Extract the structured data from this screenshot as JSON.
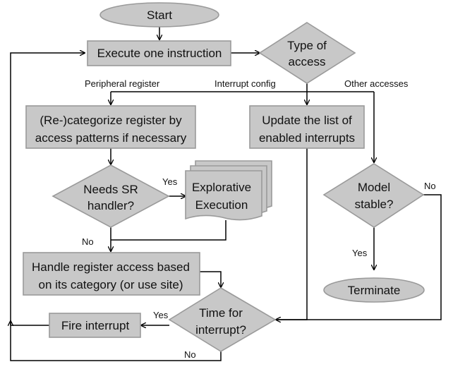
{
  "colors": {
    "fill": "#c8c8c8",
    "stroke": "#9a9a9a",
    "line": "#000000",
    "background": "#ffffff"
  },
  "nodes": {
    "start": {
      "shape": "ellipse",
      "lines": [
        "Start"
      ]
    },
    "execute": {
      "shape": "rect",
      "lines": [
        "Execute one instruction"
      ]
    },
    "type_of_access": {
      "shape": "diamond",
      "lines": [
        "Type of",
        "access"
      ]
    },
    "recategorize": {
      "shape": "rect",
      "lines": [
        "(Re-)categorize register by",
        "access patterns if necessary"
      ]
    },
    "update_list": {
      "shape": "rect",
      "lines": [
        "Update the list of",
        "enabled interrupts"
      ]
    },
    "needs_sr": {
      "shape": "diamond",
      "lines": [
        "Needs SR",
        "handler?"
      ]
    },
    "explorative": {
      "shape": "multi-document",
      "lines": [
        "Explorative",
        "Execution"
      ]
    },
    "model_stable": {
      "shape": "diamond",
      "lines": [
        "Model",
        "stable?"
      ]
    },
    "handle_access": {
      "shape": "rect",
      "lines": [
        "Handle register access based",
        "on its category (or use site)"
      ]
    },
    "terminate": {
      "shape": "ellipse",
      "lines": [
        "Terminate"
      ]
    },
    "fire_interrupt": {
      "shape": "rect",
      "lines": [
        "Fire interrupt"
      ]
    },
    "time_for_interrupt": {
      "shape": "diamond",
      "lines": [
        "Time for",
        "interrupt?"
      ]
    }
  },
  "edge_labels": {
    "peripheral": "Peripheral register",
    "interrupt_config": "Interrupt config",
    "other": "Other accesses",
    "sr_yes": "Yes",
    "sr_no": "No",
    "stable_no": "No",
    "stable_yes": "Yes",
    "time_yes": "Yes",
    "time_no": "No"
  }
}
